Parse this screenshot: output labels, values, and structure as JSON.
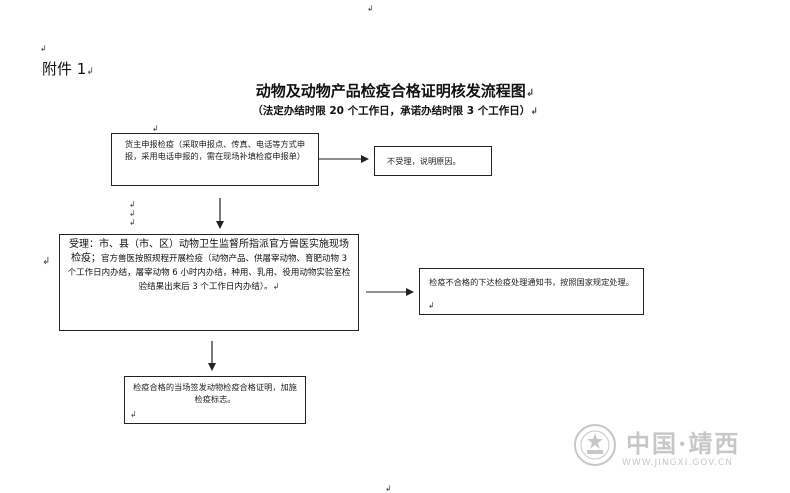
{
  "attachment_label": "附件 1",
  "title": "动物及动物产品检疫合格证明核发流程图",
  "subtitle": "（法定办结时限 20 个工作日，承诺办结时限 3 个工作日）",
  "boxes": {
    "apply": "货主申报检疫（采取申报点、传真、电话等方式申报，采用电话申报的，需在现场补填检疫申报单）",
    "reject": "不受理，说明原因。",
    "accept_head": "受理：市、县（市、区）动物卫生监督所指派官方兽医实施现场检疫；",
    "accept_body": "官方兽医按照规程开展检疫（动物产品、供屠宰动物、育肥动物 3 个工作日内办结，屠宰动物 6 小时内办结，种用、乳用、役用动物实验室检验结果出来后 3 个工作日内办结）。",
    "fail": "检疫不合格的下达检疫处理通知书，按照国家规定处理。",
    "pass": "检疫合格的当场签发动物检疫合格证明，加施检疫标志。"
  },
  "watermark": {
    "text": "中国·靖西",
    "url": "WWW.JINGXI.GOV.CN"
  }
}
